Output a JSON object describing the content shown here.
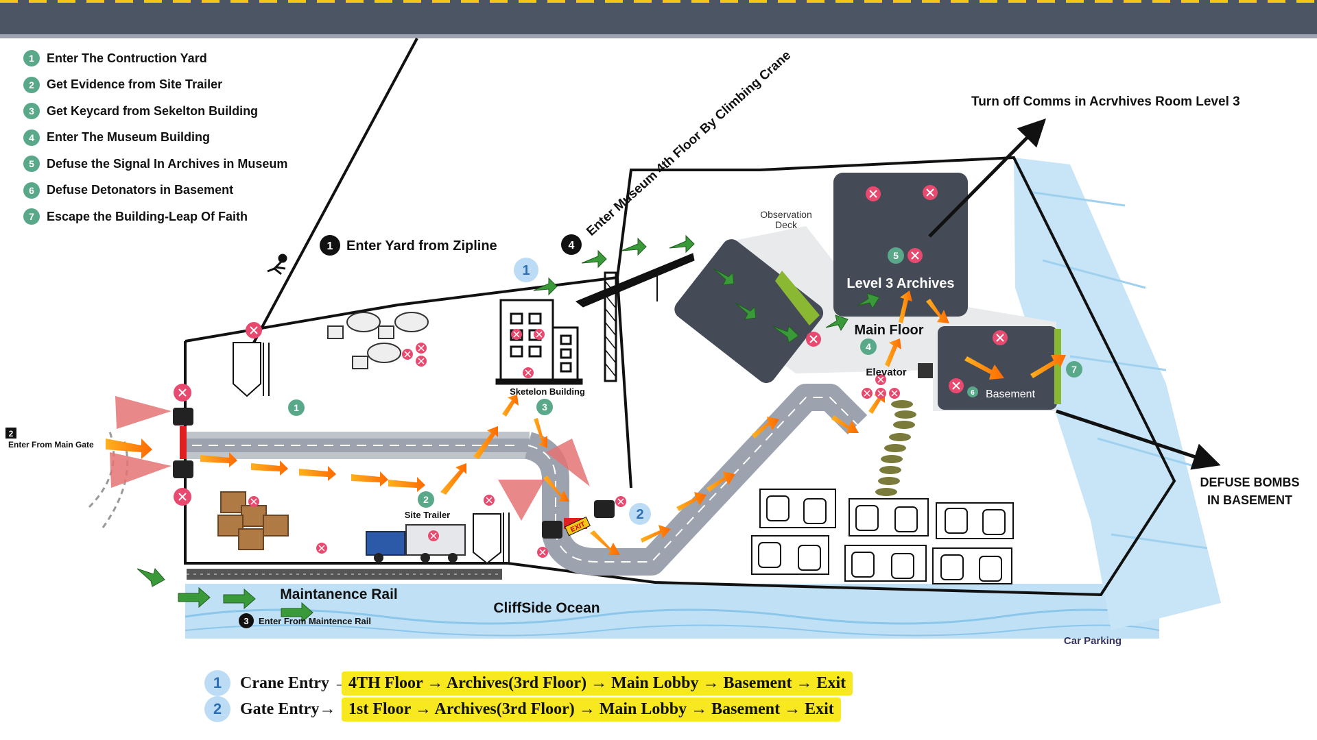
{
  "legend": [
    {
      "num": "1",
      "text": "Enter The Contruction Yard"
    },
    {
      "num": "2",
      "text": "Get Evidence from Site Trailer"
    },
    {
      "num": "3",
      "text": "Get Keycard from Sekelton Building"
    },
    {
      "num": "4",
      "text": "Enter The Museum Building"
    },
    {
      "num": "5",
      "text": "Defuse the Signal In Archives in Museum"
    },
    {
      "num": "6",
      "text": "Defuse Detonators in Basement"
    },
    {
      "num": "7",
      "text": "Escape the Building-Leap Of Faith"
    }
  ],
  "entries": {
    "zipline": {
      "num": "1",
      "text": "Enter Yard from Zipline"
    },
    "crane": {
      "num": "4",
      "text": "Enter Museum 4th Floor By Climbing Crane"
    },
    "main_gate": {
      "num": "2",
      "text": "Enter From Main Gate"
    },
    "rail": {
      "num": "3",
      "text": "Enter From Maintence Rail"
    }
  },
  "labels": {
    "comms": "Turn off Comms in Acrvhives Room Level 3",
    "observation": "Observation",
    "deck": "Deck",
    "level3": "Level 3  Archives",
    "main_floor": "Main Floor",
    "elevator": "Elevator",
    "basement": "Basement",
    "skeleton": "Sketelon Building",
    "site_trailer": "Site Trailer",
    "rail": "Maintanence  Rail",
    "ocean": "CliffSide Ocean",
    "car_parking": "Car Parking",
    "defuse_line1": "DEFUSE  BOMBS",
    "defuse_line2": "IN BASEMENT",
    "exit_sign": "EXIT"
  },
  "map_markers": {
    "m1": "1",
    "m2": "2",
    "m3": "3",
    "m4": "4",
    "m5": "5",
    "m6": "6",
    "m7": "7",
    "blue1": "1",
    "blue2": "2"
  },
  "routes": [
    {
      "num": "1",
      "label": "Crane Entry →",
      "path": "4TH Floor → Archives(3rd Floor) → Main Lobby → Basement → Exit"
    },
    {
      "num": "2",
      "label": "Gate Entry→",
      "path": "1st  Floor → Archives(3rd Floor) → Main Lobby → Basement → Exit"
    }
  ],
  "colors": {
    "road": "#4b5563",
    "lane": "#f5c518",
    "green_marker": "#5aa88a",
    "x_marker": "#e84a6f",
    "ocean": "#bfe0f5",
    "building": "#454b56",
    "highlight": "#f7e81f"
  }
}
